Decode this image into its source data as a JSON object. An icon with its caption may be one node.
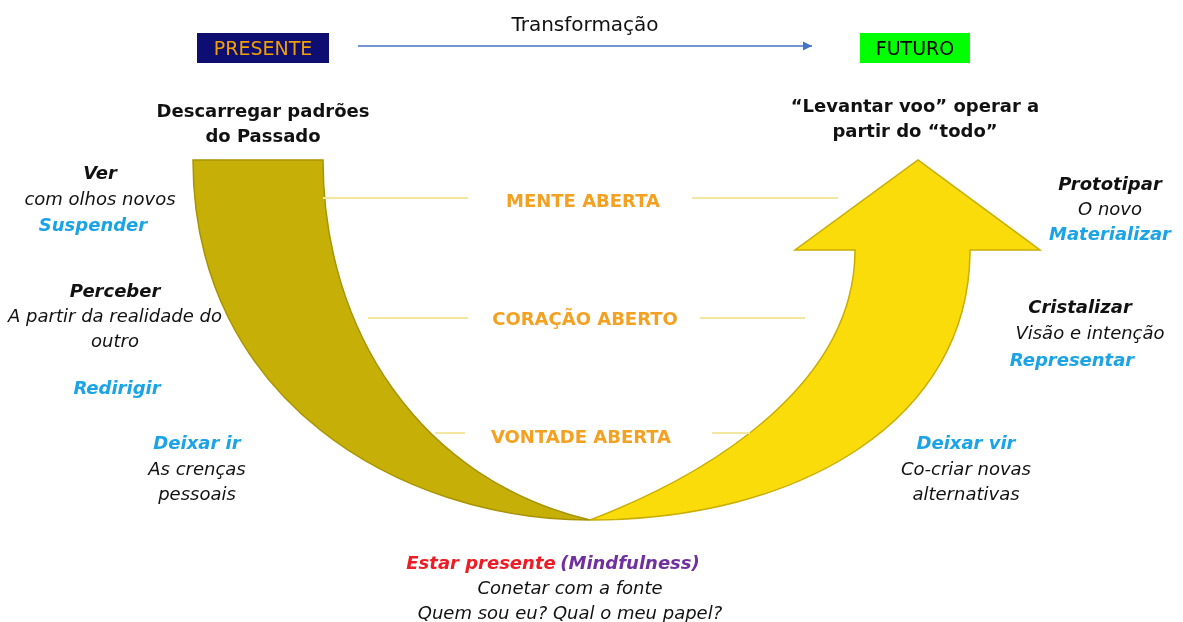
{
  "diagram": {
    "nodes": [
      {
        "text": [
          "PRESENTE"
        ]
      },
      {
        "text": [
          "FUTURO"
        ]
      }
    ],
    "edges": [
      {
        "from": 0,
        "to": 1,
        "arrow": "to",
        "label": "Transformação"
      }
    ],
    "labels": [
      "Descarregar padrões do Passado",
      "“Levantar voo” operar a partir do “todo”",
      "Ver",
      "com olhos novos",
      "Suspender",
      "Prototipar",
      "O novo",
      "Materializar",
      "MENTE ABERTA",
      "Perceber",
      "A partir da realidade do outro",
      "CORAÇÃO ABERTO",
      "Cristalizar",
      "Visão e intenção",
      "Representar",
      "Redirigir",
      "Deixar ir",
      "As crenças pessoais",
      "VONTADE ABERTA",
      "Deixar vir",
      "Co-criar novas alternativas",
      "Estar presente",
      "(Mindfulness)",
      "Conetar com a fonte",
      "Quem sou eu? Qual o meu papel?"
    ]
  }
}
